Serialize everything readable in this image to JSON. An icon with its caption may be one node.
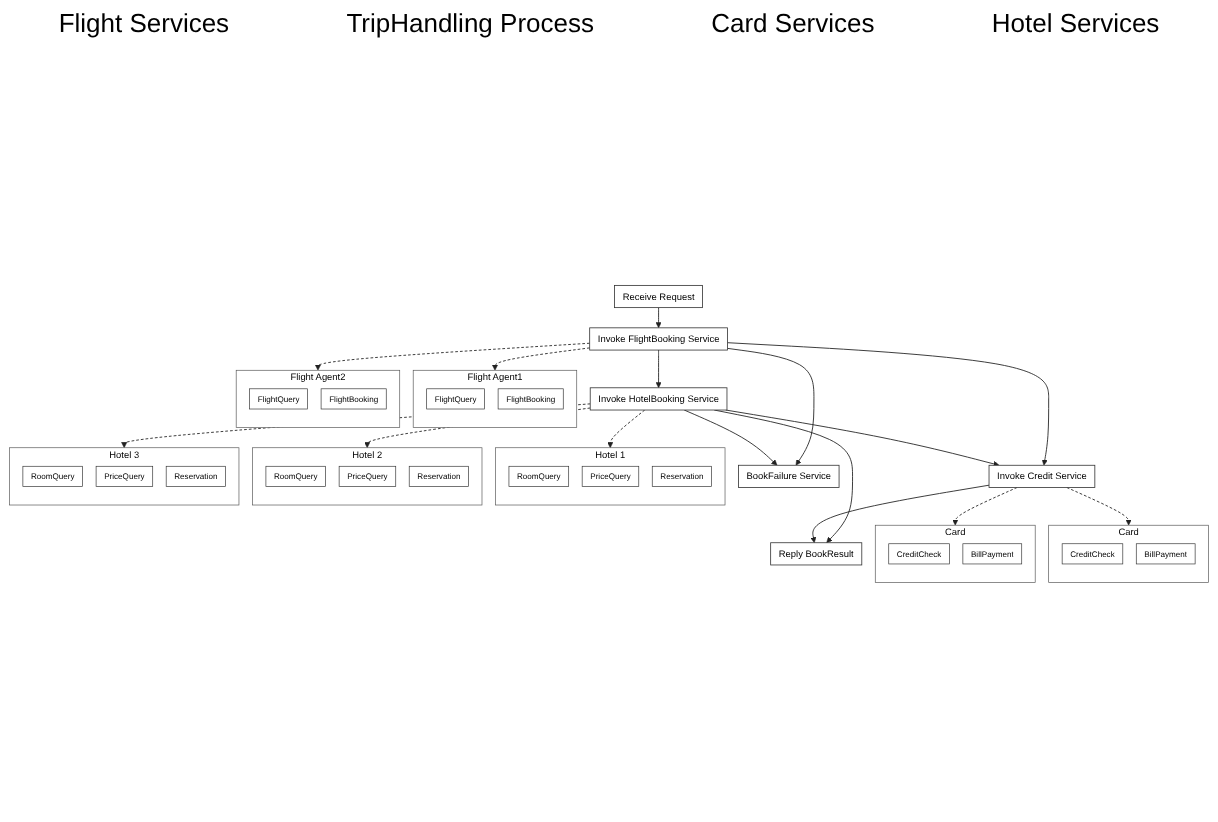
{
  "diagram": {
    "nodes": [
      {
        "text": [
          "Flight Agent1"
        ]
      },
      {
        "text": [
          "FlightQuery"
        ],
        "in": 0
      },
      {
        "text": [
          "FlightBooking"
        ],
        "in": 0
      },
      {
        "text": [
          "Flight Agent2"
        ]
      },
      {
        "text": [
          "FlightQuery"
        ],
        "in": 3
      },
      {
        "text": [
          "FlightBooking"
        ],
        "in": 3
      },
      {
        "text": [
          "Receive Request"
        ]
      },
      {
        "text": [
          "Invoke FlightBooking Service"
        ]
      },
      {
        "text": [
          "Invoke HotelBooking Service"
        ]
      },
      {
        "text": [
          "BookFailure Service"
        ]
      },
      {
        "text": [
          "Reply BookResult"
        ]
      },
      {
        "text": [
          "Invoke Credit Service"
        ]
      },
      {
        "text": [
          "Card"
        ]
      },
      {
        "text": [
          "CreditCheck"
        ],
        "in": 12
      },
      {
        "text": [
          "BillPayment"
        ],
        "in": 12
      },
      {
        "text": [
          "Card"
        ]
      },
      {
        "text": [
          "CreditCheck"
        ],
        "in": 15
      },
      {
        "text": [
          "BillPayment"
        ],
        "in": 15
      },
      {
        "text": [
          "Hotel 1"
        ]
      },
      {
        "text": [
          "RoomQuery"
        ],
        "in": 18
      },
      {
        "text": [
          "PriceQuery"
        ],
        "in": 18
      },
      {
        "text": [
          "Reservation"
        ],
        "in": 18
      },
      {
        "text": [
          "Hotel 2"
        ]
      },
      {
        "text": [
          "RoomQuery"
        ],
        "in": 22
      },
      {
        "text": [
          "PriceQuery"
        ],
        "in": 22
      },
      {
        "text": [
          "Reservation"
        ],
        "in": 22
      },
      {
        "text": [
          "Hotel 3"
        ]
      },
      {
        "text": [
          "RoomQuery"
        ],
        "in": 26
      },
      {
        "text": [
          "PriceQuery"
        ],
        "in": 26
      },
      {
        "text": [
          "Reservation"
        ],
        "in": 26
      }
    ],
    "edges": [
      {
        "from": 6,
        "to": 7,
        "arrow": "to"
      },
      {
        "from": 7,
        "to": 8,
        "arrow": "to"
      },
      {
        "from": 7,
        "to": 11,
        "arrow": "to"
      },
      {
        "from": 8,
        "to": 11,
        "arrow": "to"
      },
      {
        "from": 7,
        "to": 9,
        "arrow": "to"
      },
      {
        "from": 8,
        "to": 9,
        "arrow": "to"
      },
      {
        "from": 8,
        "to": 10,
        "arrow": "to"
      },
      {
        "from": 11,
        "to": 10,
        "arrow": "to"
      },
      {
        "from": 7,
        "to": 0,
        "arrow": "to",
        "style": "dashed"
      },
      {
        "from": 7,
        "to": 3,
        "arrow": "to",
        "style": "dashed"
      },
      {
        "from": 11,
        "to": 12,
        "arrow": "to",
        "style": "dashed"
      },
      {
        "from": 11,
        "to": 15,
        "arrow": "to",
        "style": "dashed"
      },
      {
        "from": 8,
        "to": 18,
        "arrow": "to",
        "style": "dashed"
      },
      {
        "from": 8,
        "to": 22,
        "arrow": "to",
        "style": "dashed"
      },
      {
        "from": 8,
        "to": 26,
        "arrow": "to",
        "style": "dashed"
      }
    ],
    "labels": [
      "Flight Services",
      "TripHandling Process",
      "Card Services",
      "Hotel Services"
    ]
  }
}
